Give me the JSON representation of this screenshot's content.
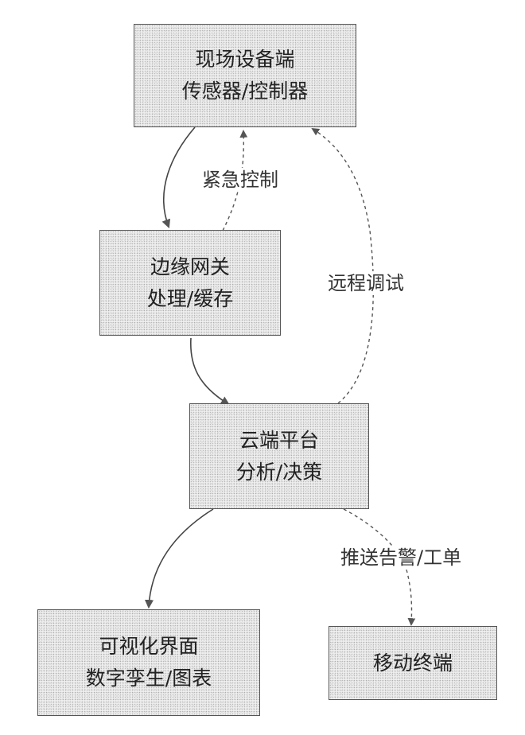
{
  "nodes": {
    "field_device": {
      "title": "现场设备端",
      "subtitle": "传感器/控制器"
    },
    "edge_gateway": {
      "title": "边缘网关",
      "subtitle": "处理/缓存"
    },
    "cloud_platform": {
      "title": "云端平台",
      "subtitle": "分析/决策"
    },
    "visual_ui": {
      "title": "可视化界面",
      "subtitle": "数字孪生/图表"
    },
    "mobile_terminal": {
      "title": "移动终端"
    }
  },
  "edges": {
    "emergency_control": "紧急控制",
    "remote_debug": "远程调试",
    "push_alert": "推送告警/工单"
  },
  "colors": {
    "node_fill": "#eeeeee",
    "node_border": "#555555",
    "edge_line": "#444444"
  }
}
